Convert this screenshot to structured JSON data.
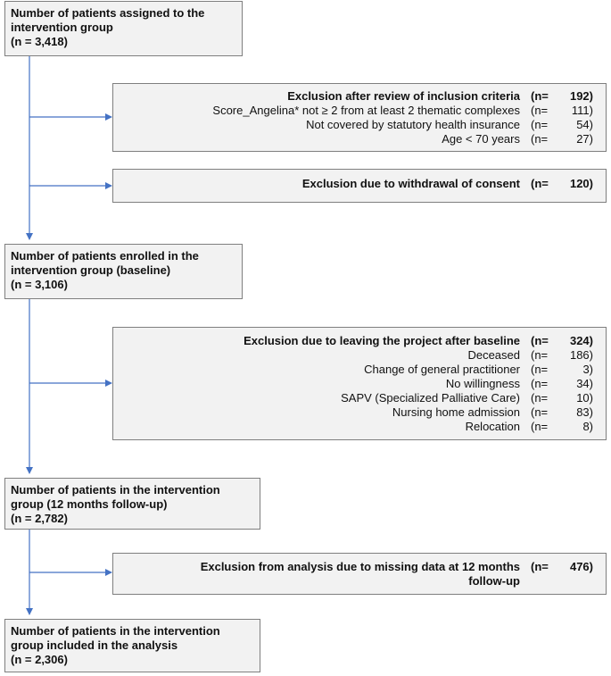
{
  "boxes": {
    "assigned": {
      "line1": "Number of patients assigned to the",
      "line2": "intervention group",
      "n": "(n = 3,418)"
    },
    "enrolled": {
      "line1": "Number of patients enrolled in the",
      "line2": "intervention group (baseline)",
      "n": "(n = 3,106)"
    },
    "followup": {
      "line1": "Number of patients in the intervention",
      "line2": "group (12 months follow-up)",
      "n": "(n = 2,782)"
    },
    "analysis": {
      "line1": "Number of patients in the intervention",
      "line2": "group included in the analysis",
      "n": "(n = 2,306)"
    }
  },
  "exclusions": {
    "inclusion_criteria": {
      "title": "Exclusion after review of inclusion criteria",
      "n_prefix": "(n=",
      "n_value": "192)",
      "items": [
        {
          "label": "Score_Angelina* not ≥ 2 from at least 2 thematic complexes",
          "n_prefix": "(n=",
          "n_value": "111)"
        },
        {
          "label": "Not covered by statutory health insurance",
          "n_prefix": "(n=",
          "n_value": "54)"
        },
        {
          "label": "Age < 70 years",
          "n_prefix": "(n=",
          "n_value": "27)"
        }
      ]
    },
    "consent": {
      "title": "Exclusion due to withdrawal of consent",
      "n_prefix": "(n=",
      "n_value": "120)"
    },
    "leaving": {
      "title": "Exclusion due to leaving the project after baseline",
      "n_prefix": "(n=",
      "n_value": "324)",
      "items": [
        {
          "label": "Deceased",
          "n_prefix": "(n=",
          "n_value": "186)"
        },
        {
          "label": "Change of general practitioner",
          "n_prefix": "(n=",
          "n_value": "3)"
        },
        {
          "label": "No willingness",
          "n_prefix": "(n=",
          "n_value": "34)"
        },
        {
          "label": "SAPV (Specialized Palliative Care)",
          "n_prefix": "(n=",
          "n_value": "10)"
        },
        {
          "label": "Nursing home admission",
          "n_prefix": "(n=",
          "n_value": "83)"
        },
        {
          "label": "Relocation",
          "n_prefix": "(n=",
          "n_value": "8)"
        }
      ]
    },
    "missing_data": {
      "title_line1": "Exclusion from analysis due to missing data at 12 months",
      "title_line2": "follow-up",
      "n_prefix": "(n=",
      "n_value": "476)"
    }
  },
  "colors": {
    "box_fill": "#f2f2f2",
    "box_border": "#7f7f7f",
    "arrow": "#4472c4"
  }
}
